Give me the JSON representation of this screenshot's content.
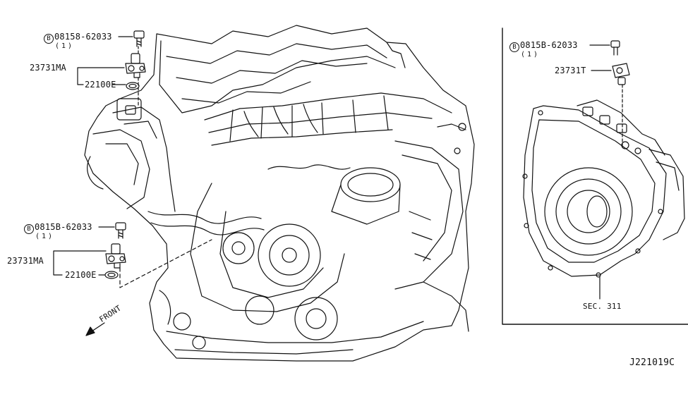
{
  "colors": {
    "ink": "#111111",
    "background": "#ffffff"
  },
  "diagram_id": "J221019C",
  "front_label": "FRONT",
  "parts": {
    "top_left": {
      "badge": "B",
      "bolt": "08158-62033",
      "qty": "(1)",
      "sensor": "23731MA",
      "oring": "22100E"
    },
    "mid_left": {
      "badge": "B",
      "bolt": "0815B-62033",
      "qty": "(1)",
      "sensor": "23731MA",
      "oring": "22100E"
    },
    "right": {
      "badge": "B",
      "bolt": "0815B-62033",
      "qty": "(1)",
      "sensor": "23731T"
    }
  },
  "section_ref": "SEC. 311"
}
